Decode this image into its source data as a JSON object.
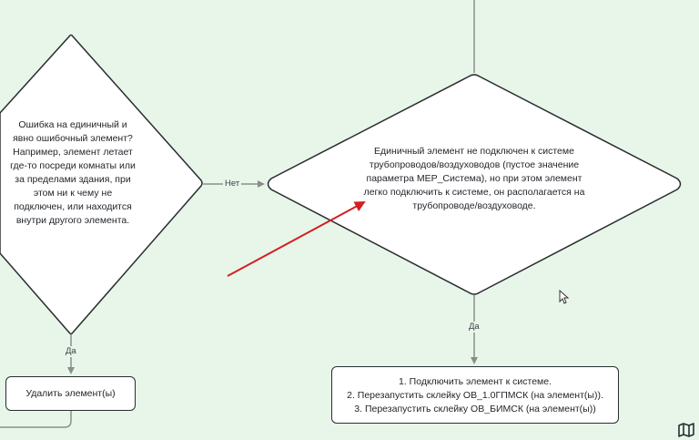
{
  "nodes": {
    "decision_left": "Ошибка на единичный и явно ошибочный элемент? Например, элемент летает где-то посреди комнаты или за пределами здания, при этом ни к чему не подключен, или находится внутри другого элемента.",
    "decision_right": "Единичный элемент не подключен к системе трубопроводов/воздуховодов (пустое значение параметра MEP_Система), но при этом элемент легко подключить к системе, он располагается на трубопроводе/воздуховоде.",
    "delete_box": "Удалить элемент(ы)",
    "steps_box": [
      "1.  Подключить элемент к системе.",
      "2.  Перезапустить склейку ОВ_1.0ГПМСК (на элемент(ы)).",
      "3.  Перезапустить склейку ОВ_БИМСК (на элемент(ы))"
    ]
  },
  "edges": {
    "no_label": "Нет",
    "yes_label_left": "Да",
    "yes_label_right": "Да"
  },
  "colors": {
    "background": "#e8f6ea",
    "node_fill": "#ffffff",
    "node_stroke": "#2a2d31",
    "connector": "#8a8f8a",
    "annotation_arrow": "#d32020"
  },
  "icons": {
    "map": "map-icon",
    "cursor": "mouse-pointer-icon"
  }
}
